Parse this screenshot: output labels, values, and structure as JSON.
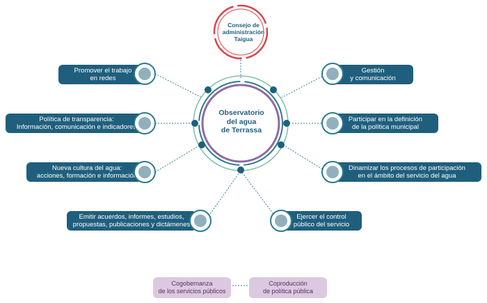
{
  "council": {
    "label": "Consejo de\nadministración\nTaigua"
  },
  "center": {
    "label": "Observatorio\ndel agua\nde Terrassa"
  },
  "left_items": [
    {
      "label": "Promover el trabajo\nen redes"
    },
    {
      "label": "Política de transparencia:\nInformación, comunicación e indicadores"
    },
    {
      "label": "Nueva cultura del agua:\nacciones, formación e información"
    },
    {
      "label": "Emitir acuerdos, informes, estudios,\npropuestas, publicaciones y dictámenes"
    }
  ],
  "right_items": [
    {
      "label": "Gestión\ny comunicación"
    },
    {
      "label": "Participar en la definición\nde la política municipal"
    },
    {
      "label": "Dinamizar los procesos de participación\nen el ámbito del servicio del agua"
    },
    {
      "label": "Ejercer el control\npúblico del servicio"
    }
  ],
  "bottom": [
    {
      "label": "Cogobernanza\nde los servicios públicos"
    },
    {
      "label": "Coproducción\nde política pública"
    }
  ],
  "colors": {
    "primary": "#1f5f7d",
    "accent_red": "#d9444f",
    "ring_green": "#7cc0a6",
    "ring_purple": "#8e6aa3",
    "pill": "#dcc8e0"
  }
}
